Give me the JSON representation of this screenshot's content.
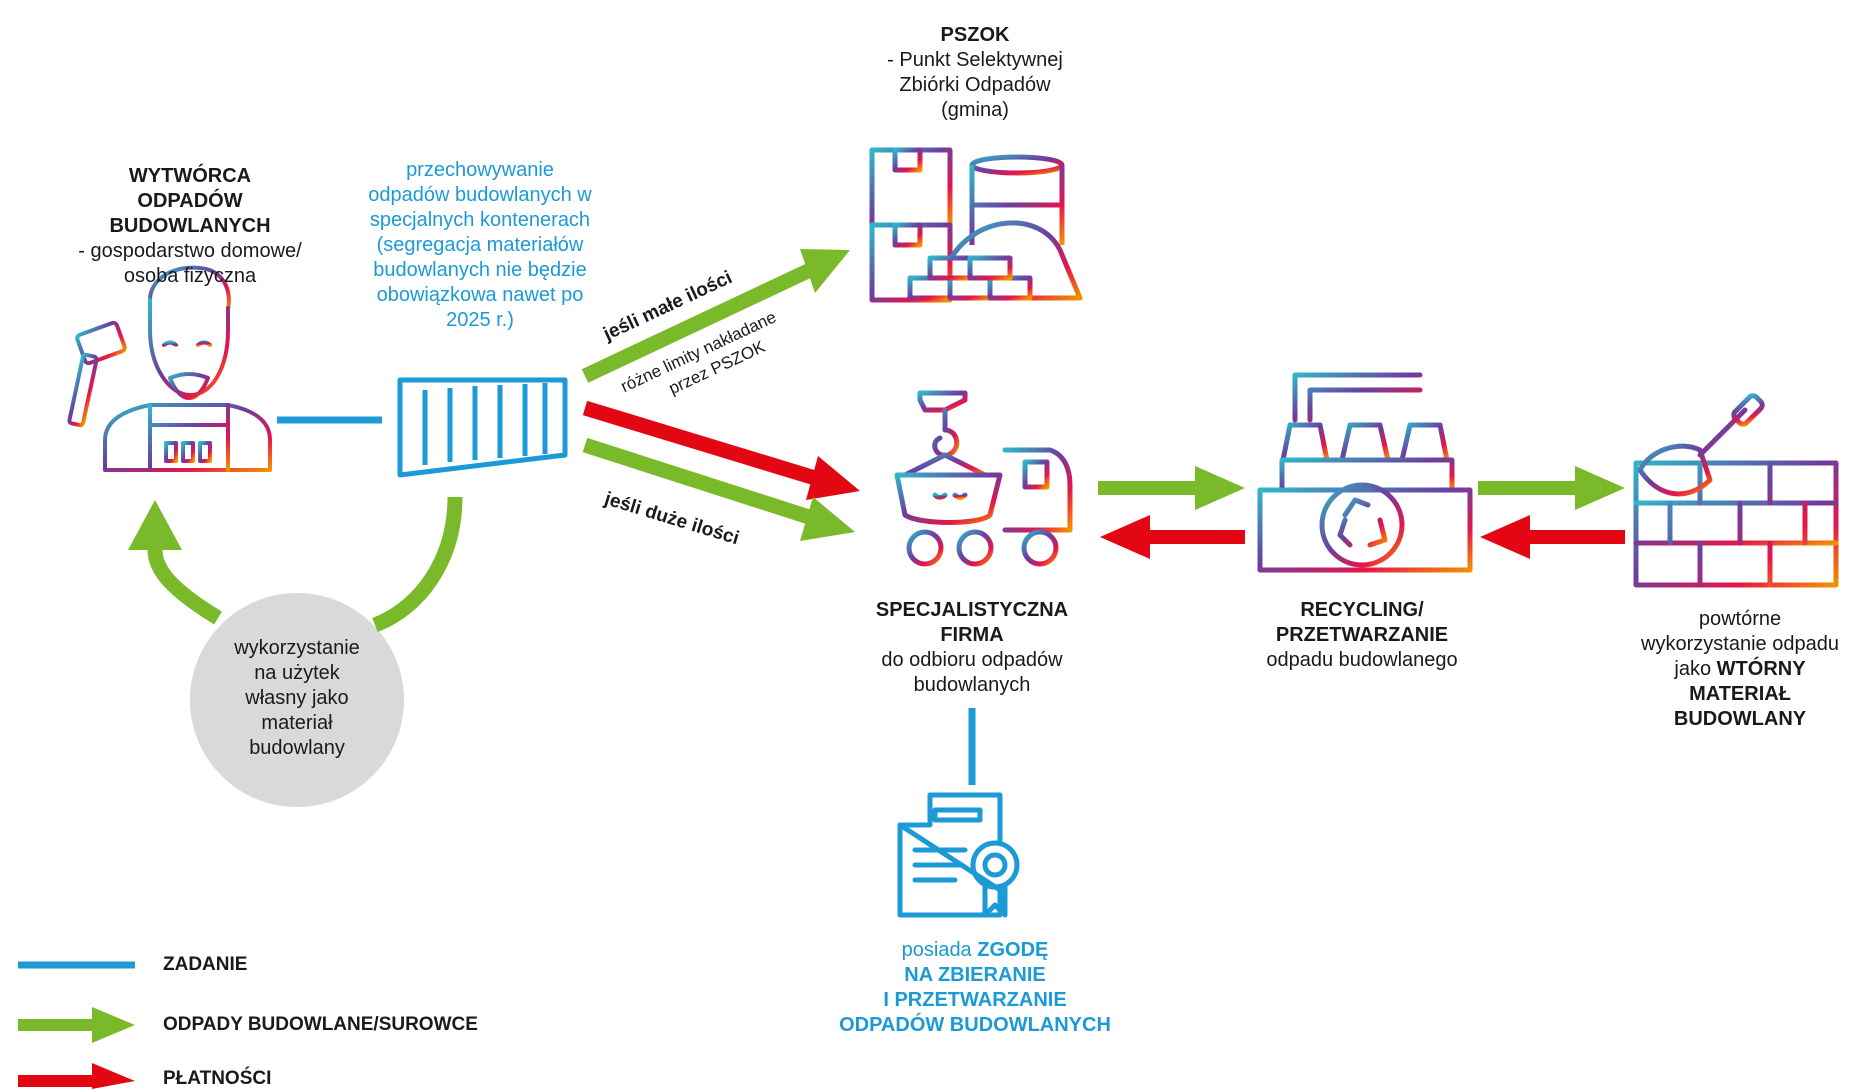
{
  "colors": {
    "task": "#1b9ad6",
    "waste": "#7ab929",
    "payment": "#e30613",
    "circle": "#d9d9d9",
    "gradient": [
      "#2fb7c9",
      "#6b3fa0",
      "#e5154b",
      "#f39200"
    ]
  },
  "icons": {
    "producer": "worker-with-hammer-icon",
    "container": "shipping-container-icon",
    "pszok": "boxes-barrels-bricks-icon",
    "company": "crane-truck-icon",
    "recycling": "recycling-factory-icon",
    "secondary": "brick-wall-trowel-icon",
    "permit": "certificate-document-icon"
  },
  "producer": {
    "title": [
      "WYTWÓRCA",
      "ODPADÓW",
      "BUDOWLANYCH"
    ],
    "subtitle": [
      "- gospodarstwo domowe/",
      "osoba fizyczna"
    ]
  },
  "storage": {
    "lines": [
      "przechowywanie",
      "odpadów budowlanych w",
      "specjalnych kontenerach",
      "(segregacja materiałów",
      "budowlanych nie będzie",
      "obowiązkowa nawet po",
      "2025 r.)"
    ]
  },
  "own_use": {
    "lines": [
      "wykorzystanie",
      "na użytek",
      "własny jako",
      "materiał",
      "budowlany"
    ]
  },
  "pszok": {
    "title": "PSZOK",
    "lines": [
      "- Punkt Selektywnej",
      "Zbiórki Odpadów",
      "(gmina)"
    ]
  },
  "arrow_labels": {
    "small": "jeśli małe ilości",
    "limits": [
      "różne limity nakładane",
      "przez PSZOK"
    ],
    "large": "jeśli duże ilości"
  },
  "company": {
    "title": [
      "SPECJALISTYCZNA",
      "FIRMA"
    ],
    "lines": [
      "do odbioru odpadów",
      "budowlanych"
    ]
  },
  "recycling": {
    "title": [
      "RECYCLING/",
      "PRZETWARZANIE"
    ],
    "lines": [
      "odpadu budowlanego"
    ]
  },
  "secondary": {
    "lines": [
      "powtórne",
      "wykorzystanie odpadu"
    ],
    "prefix": "jako ",
    "title": [
      "WTÓRNY",
      "MATERIAŁ",
      "BUDOWLANY"
    ]
  },
  "permit": {
    "prefix": "posiada ",
    "title": [
      "ZGODĘ",
      "NA ZBIERANIE",
      "I PRZETWARZANIE",
      "ODPADÓW BUDOWLANYCH"
    ]
  },
  "legend": {
    "task": "ZADANIE",
    "waste": "ODPADY BUDOWLANE/SUROWCE",
    "payment": "PŁATNOŚCI"
  }
}
